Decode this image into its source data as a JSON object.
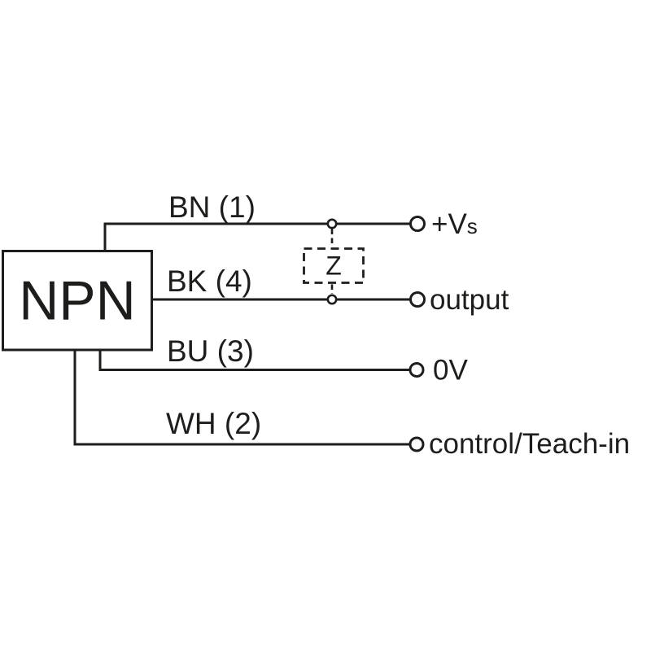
{
  "diagram": {
    "device": {
      "label": "NPN"
    },
    "impedance": {
      "label": "Z"
    },
    "wires": [
      {
        "label": "BN (1)",
        "terminal": "+V",
        "terminal_small": "s"
      },
      {
        "label": "BK (4)",
        "terminal": "output"
      },
      {
        "label": "BU (3)",
        "terminal": "0V"
      },
      {
        "label": "WH (2)",
        "terminal": "control/Teach-in"
      }
    ],
    "colors": {
      "line": "#1d1d1b",
      "background": "#ffffff"
    }
  }
}
